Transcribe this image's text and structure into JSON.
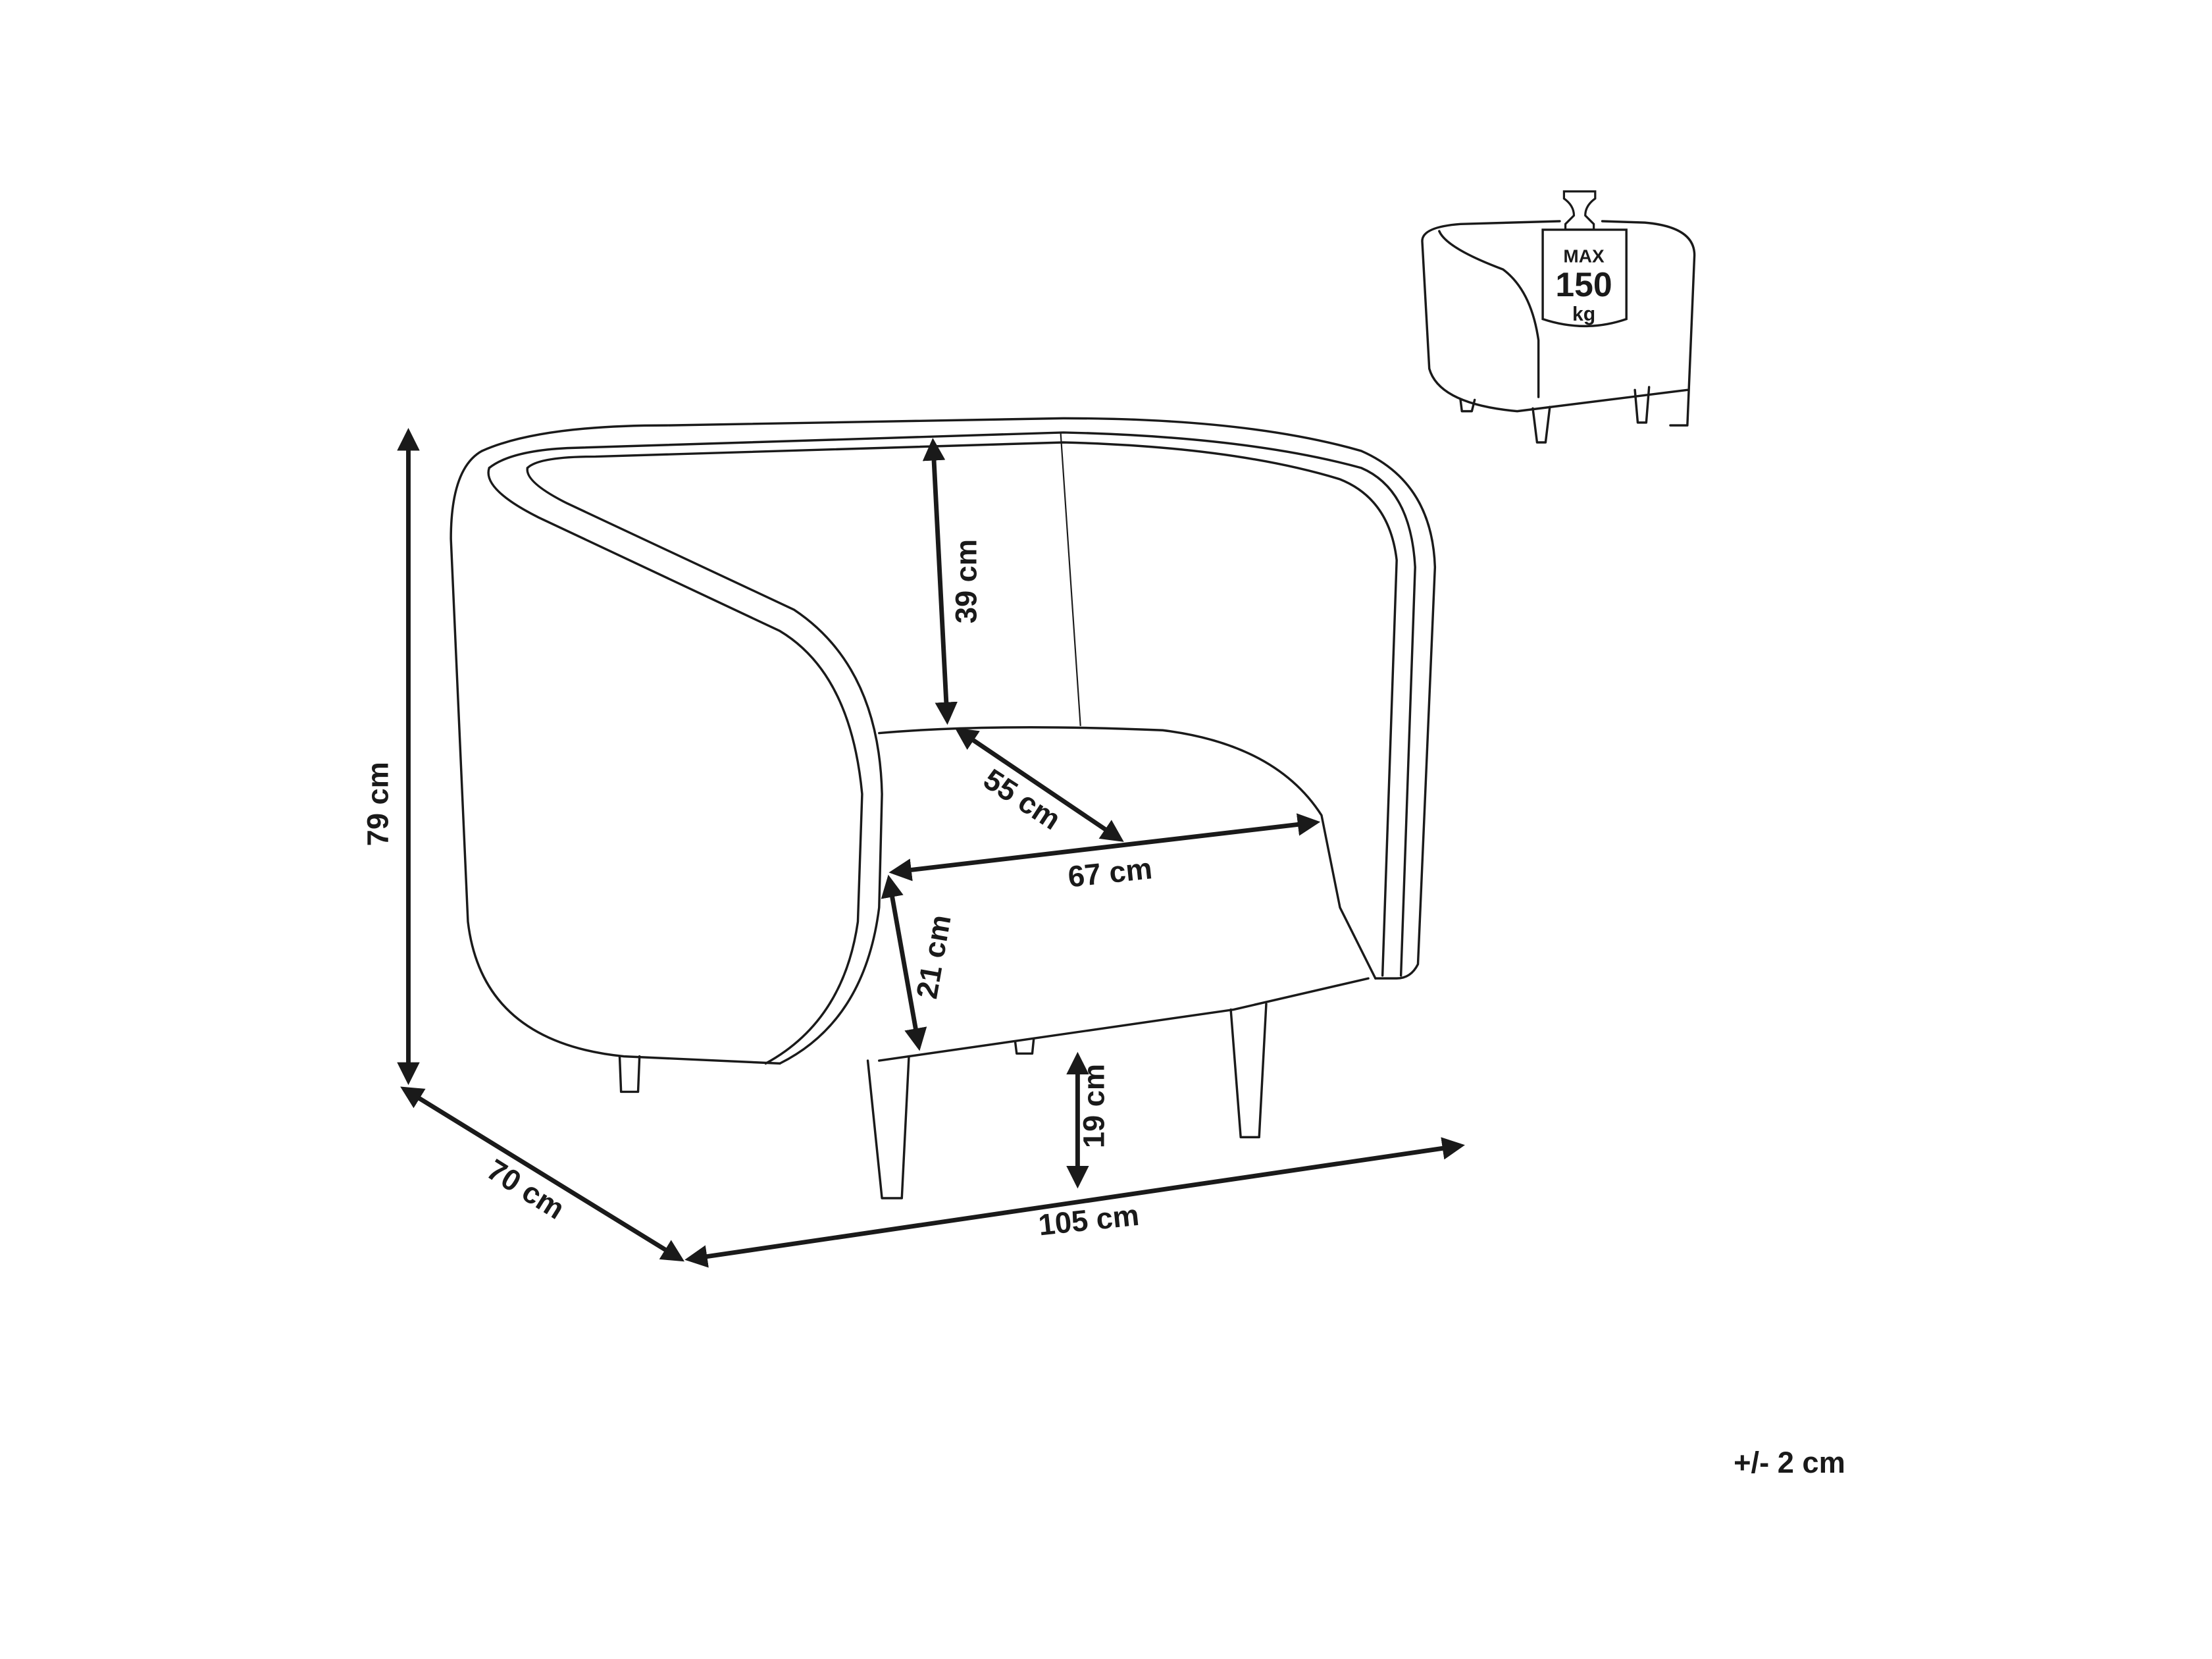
{
  "dimensions": {
    "height_total": "79 cm",
    "backrest_height": "39 cm",
    "seat_depth": "55 cm",
    "seat_width": "67 cm",
    "armrest_height": "21 cm",
    "leg_height": "19 cm",
    "depth_total": "70 cm",
    "width_total": "105 cm"
  },
  "max_load": {
    "line1": "MAX",
    "line2": "150",
    "line3": "kg"
  },
  "tolerance": "+/- 2 cm"
}
